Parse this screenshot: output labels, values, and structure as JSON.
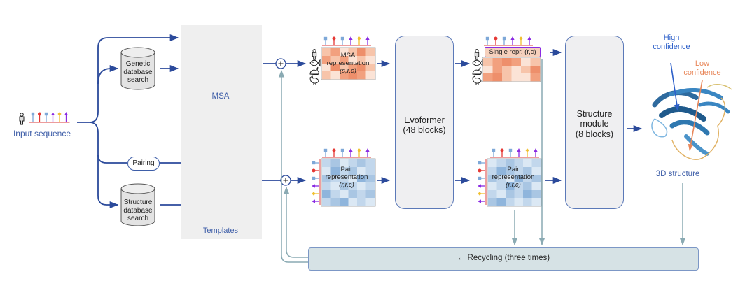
{
  "diagram": {
    "input": {
      "label": "Input sequence",
      "icon": "human-icon"
    },
    "genetic_db": {
      "label_lines": [
        "Genetic",
        "database",
        "search"
      ]
    },
    "structure_db": {
      "label_lines": [
        "Structure",
        "database",
        "search"
      ]
    },
    "pairing": {
      "label": "Pairing"
    },
    "msa": {
      "label": "MSA",
      "species_icons": [
        "human-icon",
        "fish-icon",
        "rabbit-icon",
        "chicken-icon"
      ]
    },
    "templates": {
      "label": "Templates"
    },
    "msa_repr": {
      "label_lines": [
        "MSA",
        "representation",
        "(s,r,c)"
      ]
    },
    "pair_repr": {
      "label_lines": [
        "Pair",
        "representation",
        "(r,r,c)"
      ]
    },
    "evoformer": {
      "label_lines": [
        "Evoformer",
        "(48 blocks)"
      ]
    },
    "single_repr": {
      "label": "Single repr. (r,c)"
    },
    "pair_repr_out": {
      "label_lines": [
        "Pair",
        "representation",
        "(r,r,c)"
      ]
    },
    "structure_module": {
      "label_lines": [
        "Structure",
        "module",
        "(8 blocks)"
      ]
    },
    "output": {
      "label": "3D structure",
      "high_conf_lines": [
        "High",
        "confidence"
      ],
      "low_conf_lines": [
        "Low",
        "confidence"
      ]
    },
    "recycling": {
      "label": "← Recycling (three times)"
    },
    "colors": {
      "arrow": "#2b4a9b",
      "recycle_arrow": "#8aaab3",
      "high_confidence": "#2c5fc9",
      "low_confidence": "#e8875a",
      "residue_blue": "#7ea8d8",
      "residue_red": "#e53935",
      "residue_purple": "#8a2be2",
      "residue_yellow": "#f0c030"
    },
    "sequence_residues": [
      "blue-square",
      "red-circle",
      "blue-square",
      "purple-arrow",
      "yellow-diamond",
      "purple-arrow"
    ]
  }
}
